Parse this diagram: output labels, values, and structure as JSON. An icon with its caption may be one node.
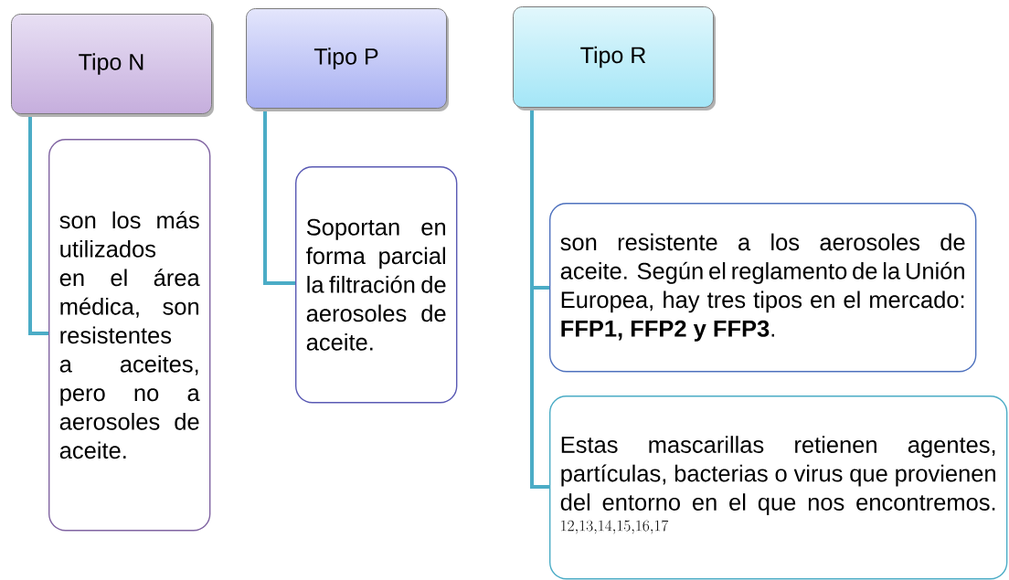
{
  "diagram": {
    "nodes": [
      {
        "text": [
          "Tipo N"
        ]
      },
      {
        "text": [
          "Tipo P"
        ]
      },
      {
        "text": [
          "Tipo R"
        ]
      },
      {
        "text": [
          "son los más utilizados en el área médica, son resistentes a aceites, pero no a aerosoles de aceite."
        ]
      },
      {
        "text": [
          "Soportan en forma parcial la filtración de aerosoles de aceite."
        ]
      },
      {
        "text": [
          "son resistente a los aerosoles de aceite. Según el reglamento de la Unión Europea, hay tres tipos en el mercado: **FFP1, FFP2 y FFP3**."
        ]
      },
      {
        "text": [
          "Estas mascarillas retienen agentes, partículas, bacterias o virus que provienen del entorno en el que nos encontremos.",
          "^{12, 13, 14, 15, 16, 17}"
        ]
      }
    ],
    "edges": [
      {
        "from": 0,
        "to": 3,
        "arrow": "none"
      },
      {
        "from": 1,
        "to": 4,
        "arrow": "none"
      },
      {
        "from": 2,
        "to": 5,
        "arrow": "none"
      },
      {
        "from": 2,
        "to": 6,
        "arrow": "none"
      }
    ]
  }
}
